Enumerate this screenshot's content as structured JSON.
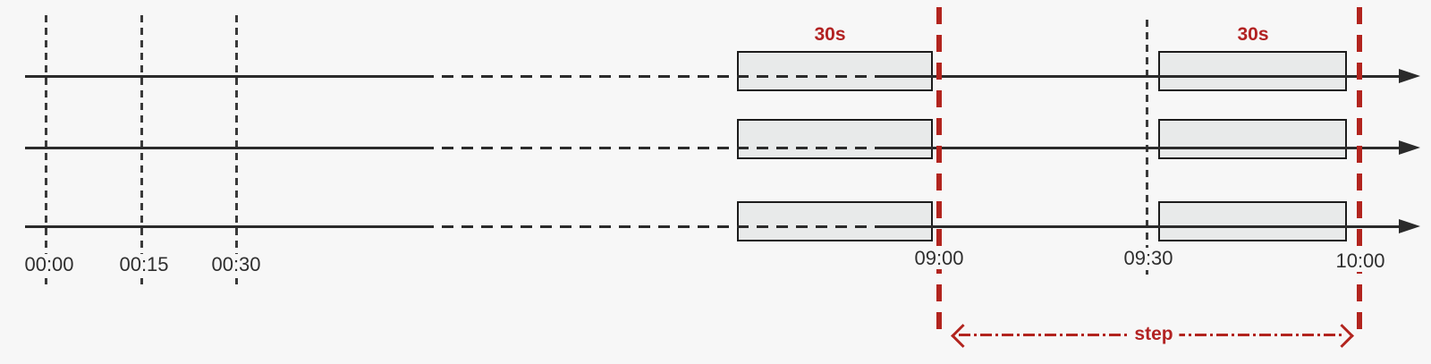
{
  "diagram": {
    "type": "timeline-sampling-diagram",
    "timeline_count": 3,
    "gridlines": [
      {
        "label": "00:00",
        "color": "black",
        "style": "thin-dashed"
      },
      {
        "label": "00:15",
        "color": "black",
        "style": "thin-dashed"
      },
      {
        "label": "00:30",
        "color": "black",
        "style": "thin-dashed"
      },
      {
        "label": "09:00",
        "color": "red",
        "style": "thick-dashed"
      },
      {
        "label": "09:30",
        "color": "black",
        "style": "thin-dashed"
      },
      {
        "label": "10:00",
        "color": "red",
        "style": "thick-dashed"
      }
    ],
    "window_groups": [
      {
        "duration_label": "30s",
        "ends_at": "09:00",
        "rows": 3
      },
      {
        "duration_label": "30s",
        "ends_at": "10:00",
        "rows": 3
      }
    ],
    "step_annotation": {
      "label": "step",
      "from": "09:00",
      "to": "10:00"
    },
    "colors": {
      "background": "#f7f7f7",
      "timeline_black": "#2b2b2b",
      "gridline_black": "#3a3a3a",
      "marker_red": "#b2241e",
      "annotation_red": "#b22222",
      "box_fill": "#e8eaea",
      "box_border": "#1c1c1c",
      "label_text": "#2f2f2f"
    }
  }
}
